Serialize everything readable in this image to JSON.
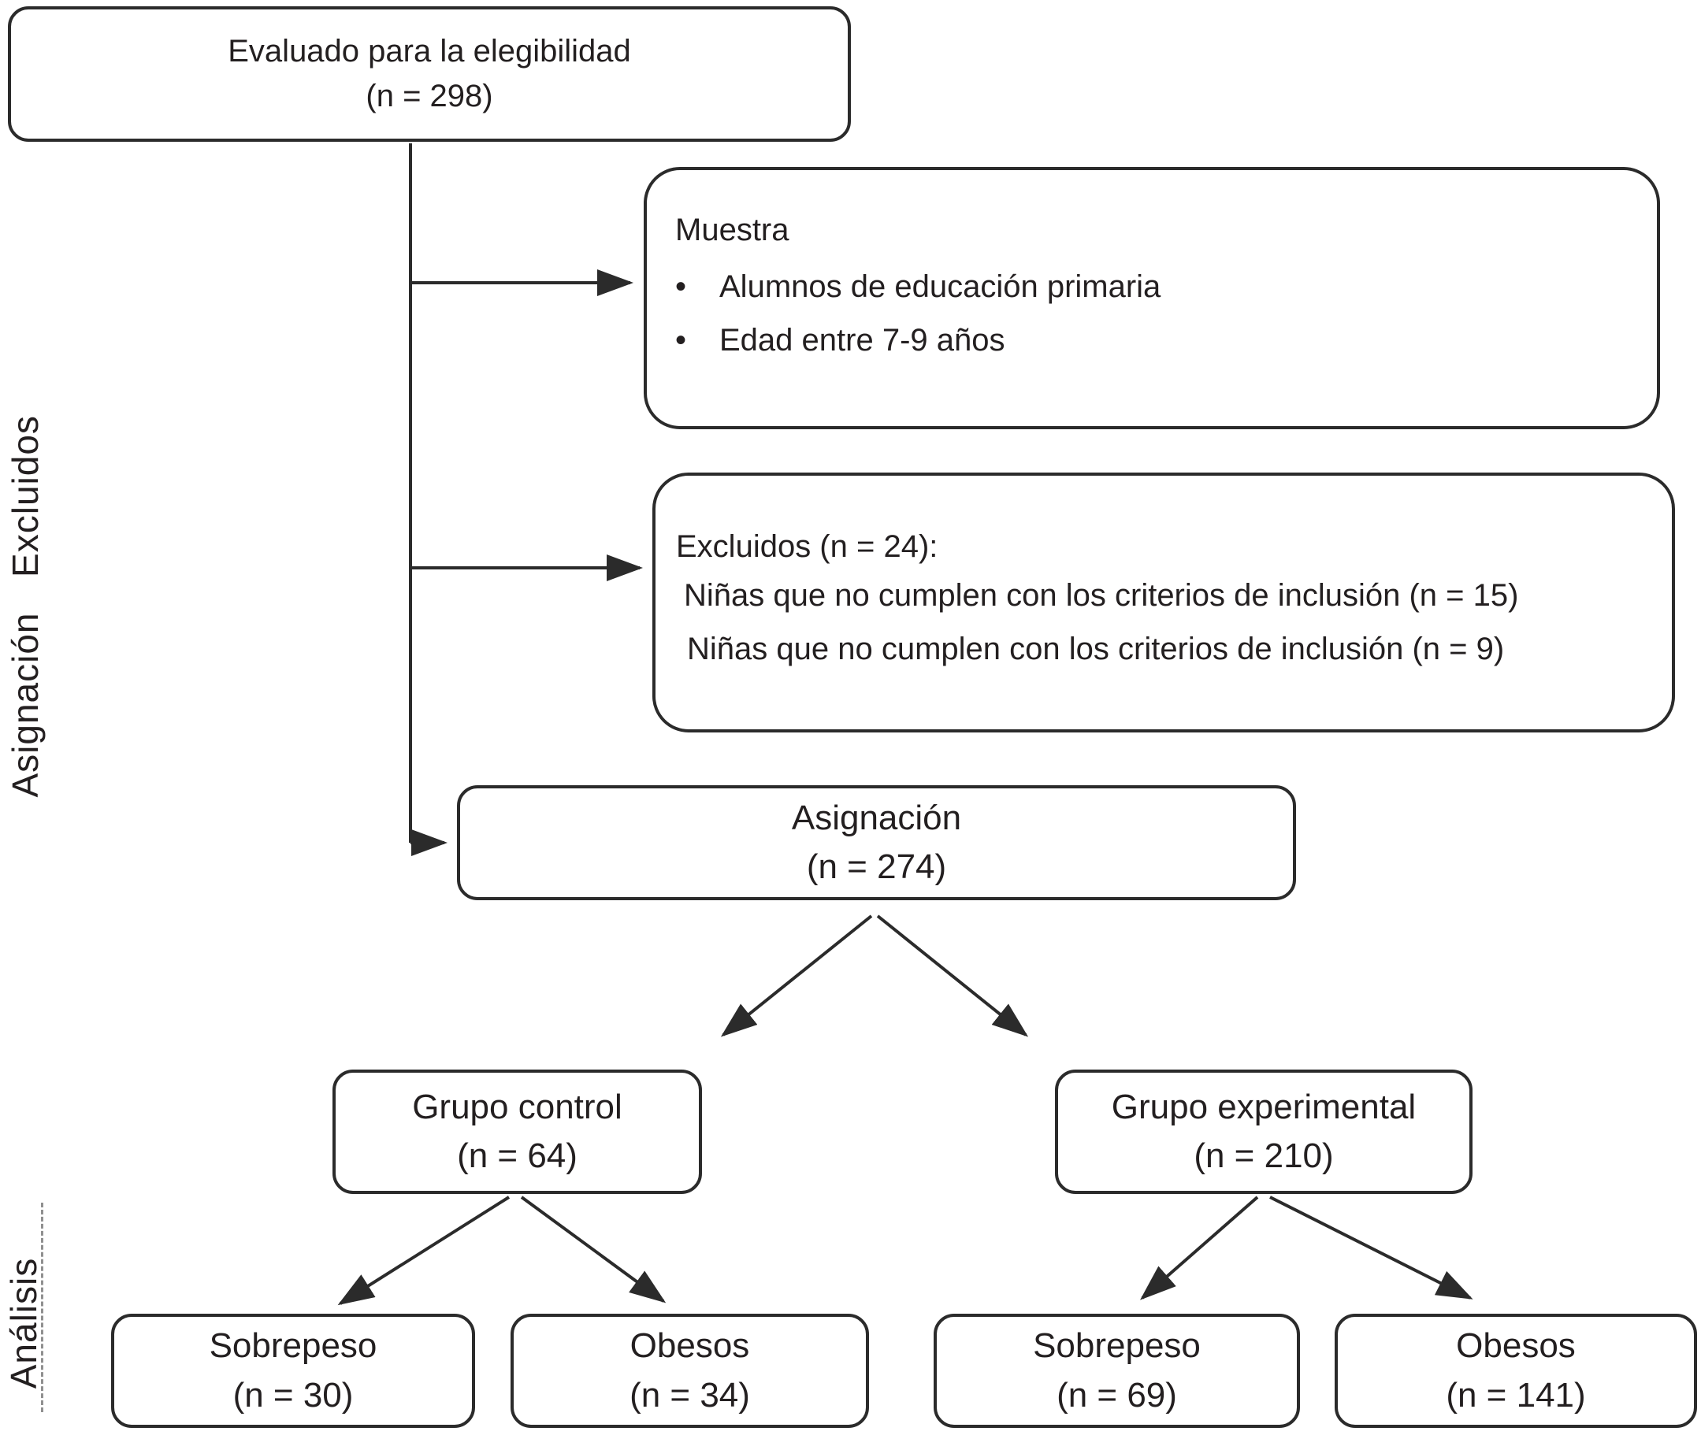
{
  "diagram": {
    "background": "#ffffff",
    "line_color": "#2b2b2b",
    "text_color": "#231f20",
    "bullet_char": "•",
    "side_labels": {
      "excluidos": "Excluidos",
      "asignacion": "Asignación",
      "analisis": "Análisis"
    },
    "boxes": {
      "eligibility": {
        "line1": "Evaluado para la elegibilidad",
        "line2": "(n = 298)"
      },
      "muestra": {
        "title": "Muestra",
        "bullets": [
          "Alumnos de educación primaria",
          "Edad entre 7-9 años"
        ]
      },
      "excluidos": {
        "line1": "Excluidos (n = 24):",
        "line2": "Niñas que no cumplen con los criterios de inclusión (n = 15)",
        "line3": "Niñas que no cumplen con los criterios de inclusión (n = 9)"
      },
      "asignacion": {
        "line1": "Asignación",
        "line2": "(n = 274)"
      },
      "grupo_control": {
        "line1": "Grupo control",
        "line2": "(n = 64)"
      },
      "grupo_experimental": {
        "line1": "Grupo experimental",
        "line2": "(n = 210)"
      },
      "control_sobrepeso": {
        "line1": "Sobrepeso",
        "line2": "(n = 30)"
      },
      "control_obesos": {
        "line1": "Obesos",
        "line2": "(n = 34)"
      },
      "experimental_sobrepeso": {
        "line1": "Sobrepeso",
        "line2": "(n = 69)"
      },
      "experimental_obesos": {
        "line1": "Obesos",
        "line2": "(n = 141)"
      }
    }
  }
}
